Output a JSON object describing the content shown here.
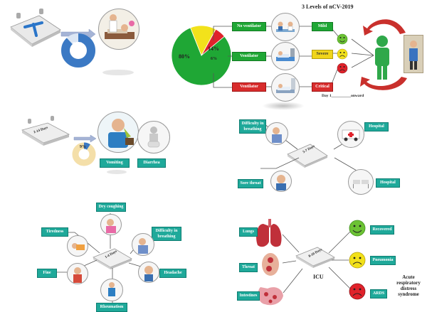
{
  "panel1": {
    "percent": "88%",
    "percent_value": 88
  },
  "panel2": {
    "title": "3 Levels of nCV-2019",
    "pie": [
      {
        "label": "80%",
        "value": 80,
        "color": "#1fa735"
      },
      {
        "label": "14%",
        "value": 14,
        "color": "#f2e21b"
      },
      {
        "label": "6%",
        "value": 6,
        "color": "#e0222b"
      }
    ],
    "labels": {
      "no_ventilator": "No ventilator",
      "ventilator": "Ventilator",
      "ventilator2": "Ventilator",
      "mild": "Mild",
      "severe": "Severe",
      "critical": "Critical"
    },
    "day_text": "Day 1__________onward"
  },
  "panel3": {
    "calendar_text": "2-14 Days",
    "percent": "9%",
    "percent_value": 9,
    "labels": {
      "vomiting": "Vomiting",
      "diarrhea": "Diarrhea"
    }
  },
  "panel4": {
    "calendar_text": "5-7 Days",
    "labels": {
      "difficulty": "Difficulty in breathing",
      "hospital1": "Hospital",
      "sore_throat": "Sore throat",
      "hospital2": "Hospital"
    }
  },
  "panel5": {
    "calendar_text": "1-4 Days",
    "labels": {
      "dry_coughing": "Dry coughing",
      "tiredness": "Tiredness",
      "difficulty": "Difficulty in breathing",
      "fine": "Fine",
      "headache": "Headache",
      "rheumatism": "Rheumatism"
    }
  },
  "panel6": {
    "calendar_text": "8-10 Days",
    "icu": "ICU",
    "ards_text": "Acute respiratory distress syndrome",
    "labels": {
      "lungs": "Lungs",
      "throat": "Throat",
      "intestines": "Intestines",
      "recovered": "Recovered",
      "pneumonia": "Pneumonia",
      "ards": "ARDS"
    }
  }
}
